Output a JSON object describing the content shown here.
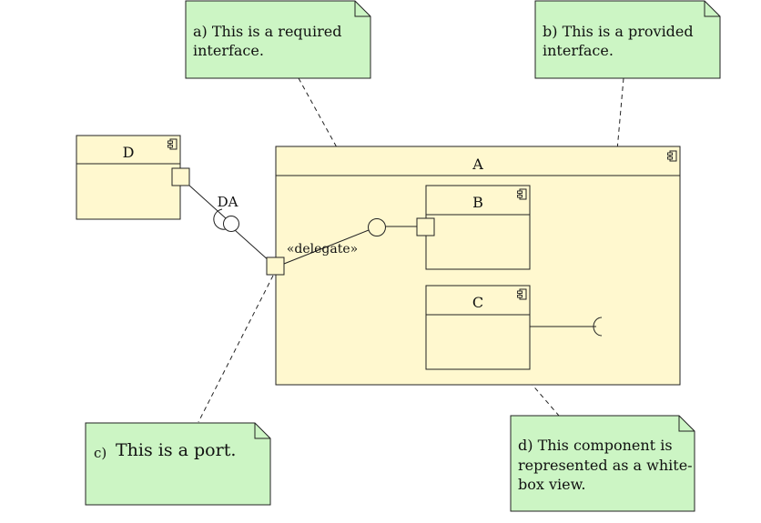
{
  "colors": {
    "component_fill": "#fff8cf",
    "note_fill": "#ccf5c4",
    "stroke": "#222222"
  },
  "components": {
    "d": {
      "name": "D"
    },
    "a": {
      "name": "A"
    },
    "b": {
      "name": "B"
    },
    "c": {
      "name": "C"
    }
  },
  "labels": {
    "port_da": "DA",
    "delegate": "«delegate»"
  },
  "notes": {
    "a": {
      "lines": [
        "a) This is a required",
        "interface."
      ]
    },
    "b": {
      "lines": [
        "b) This is a provided",
        "interface."
      ]
    },
    "c": {
      "prefix": "c)",
      "main": "This is a port."
    },
    "d": {
      "lines": [
        "d) This component is",
        "represented as a white-",
        "box view."
      ]
    }
  },
  "icons": [
    "component-icon"
  ]
}
